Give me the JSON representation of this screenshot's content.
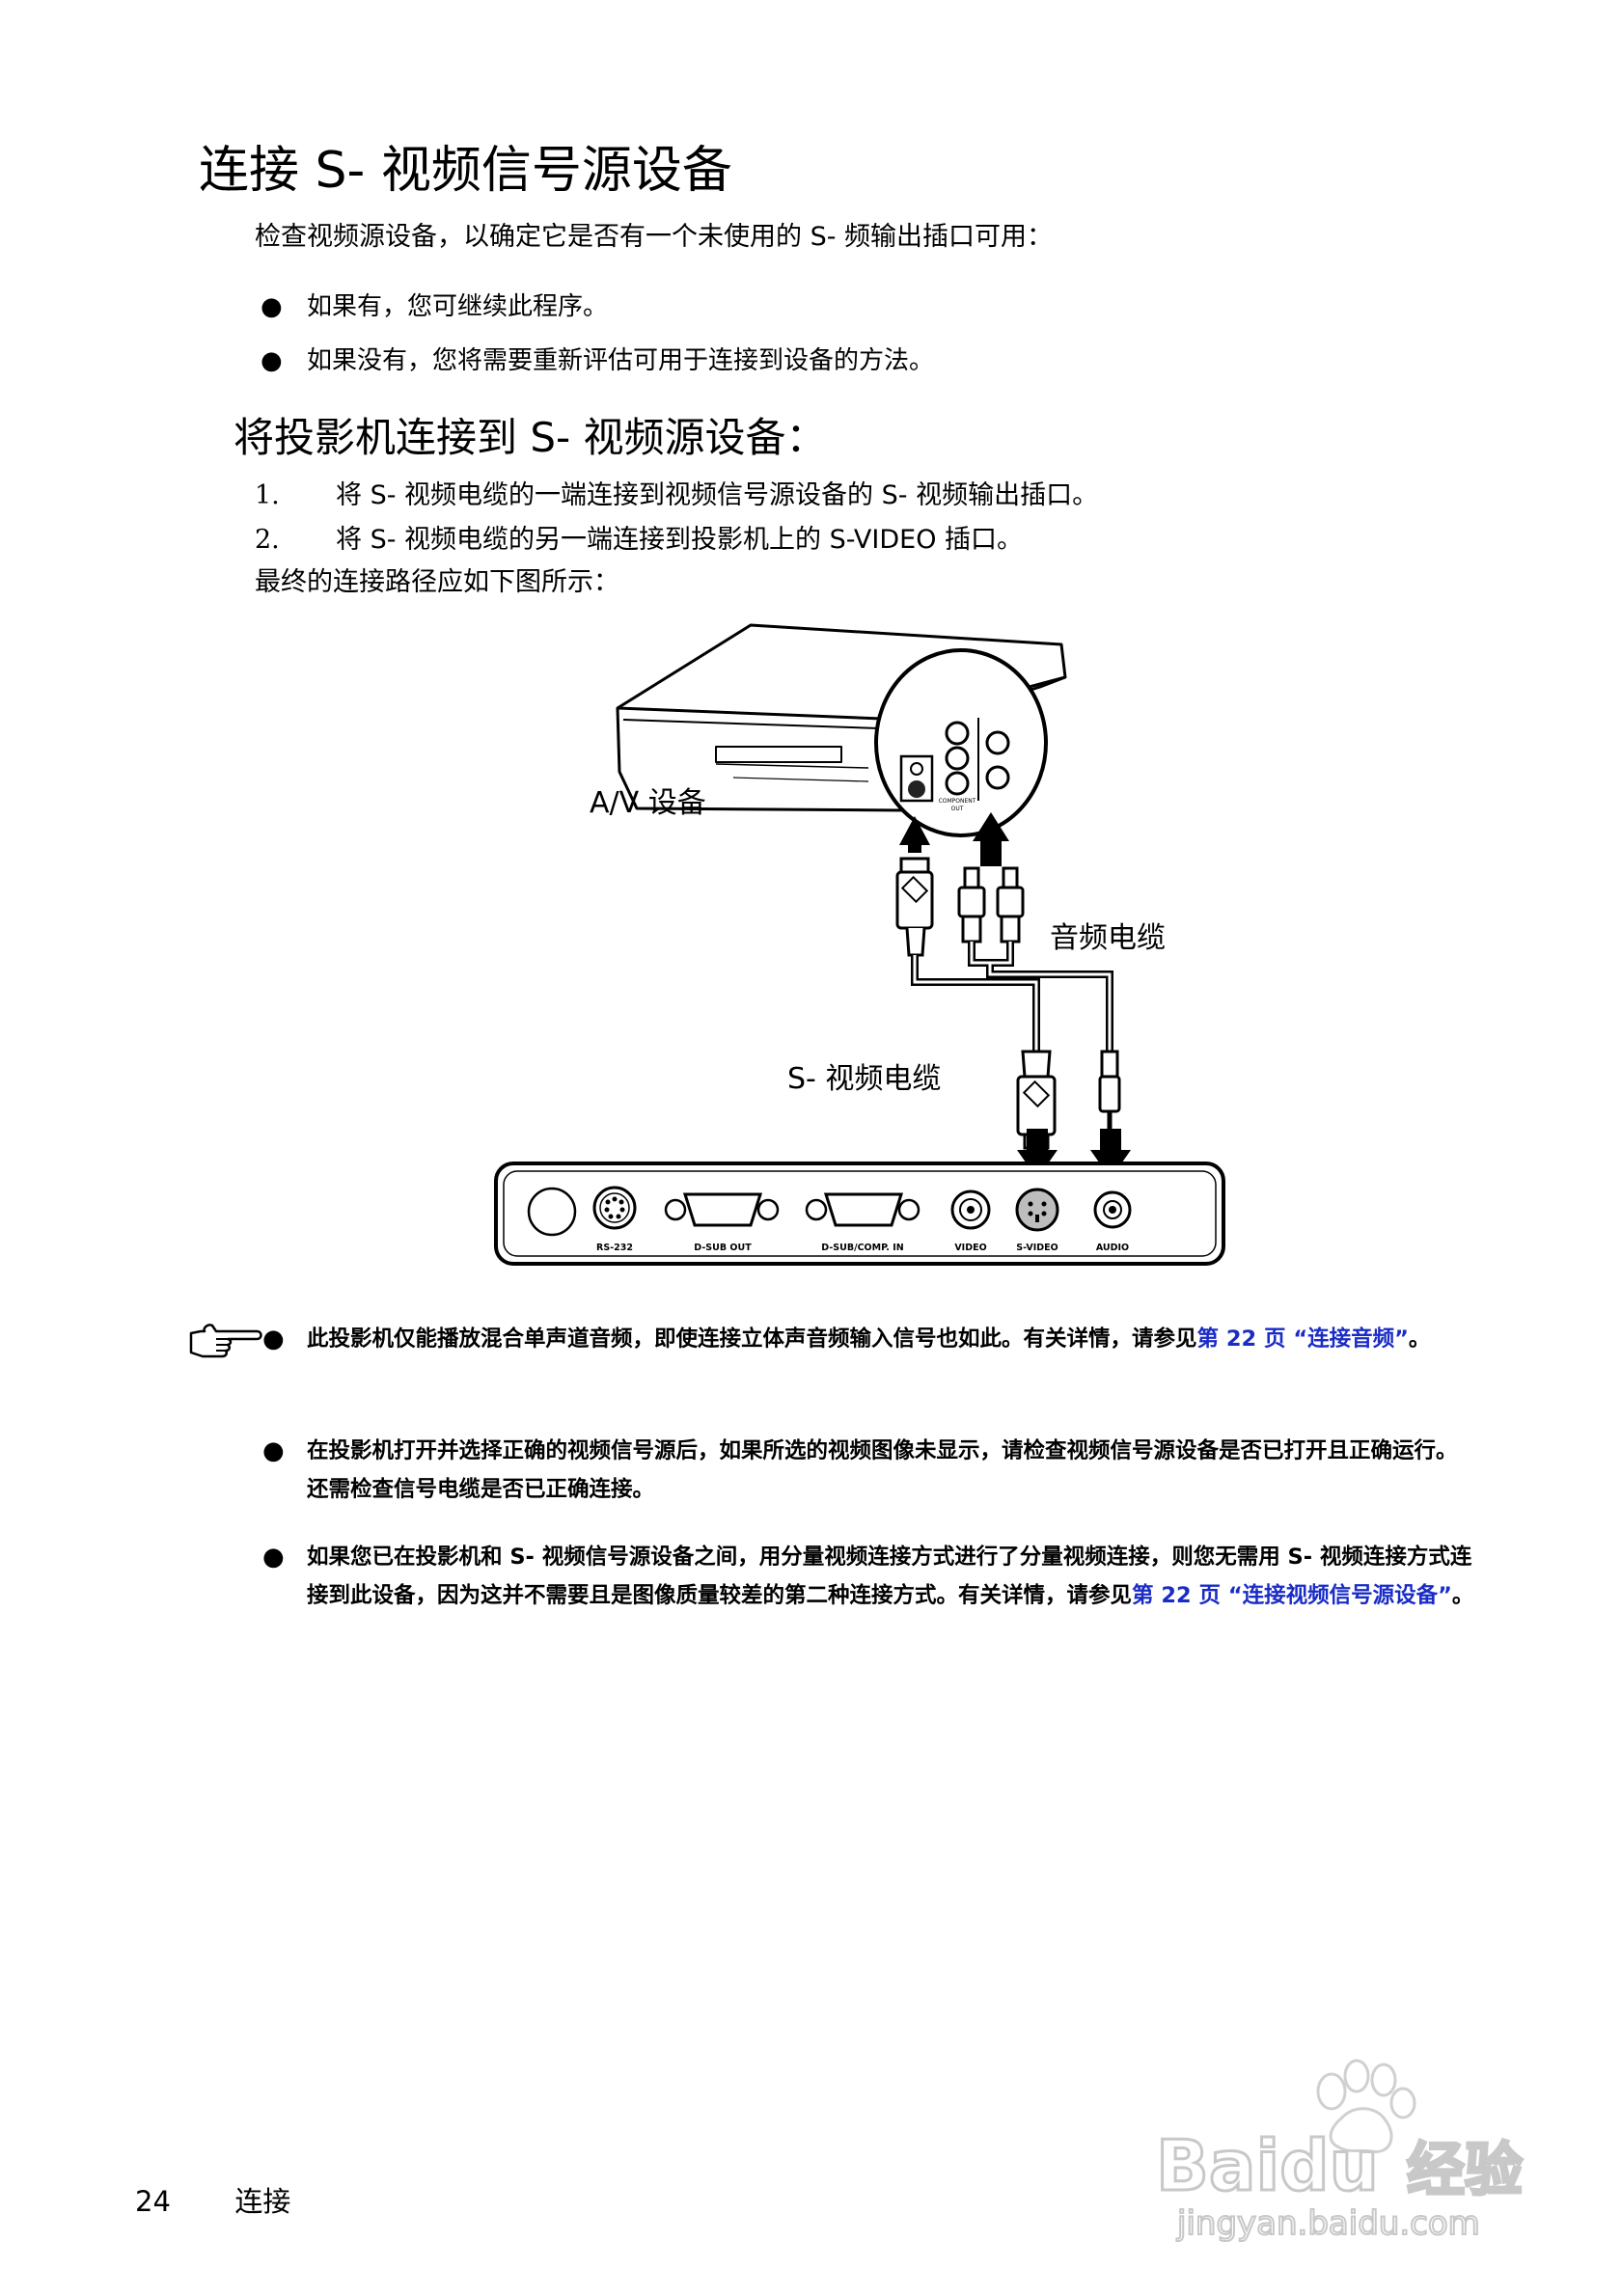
{
  "heading": "连接 S- 视频信号源设备",
  "intro": "检查视频源设备，以确定它是否有一个未使用的 S- 频输出插口可用：",
  "bullets": [
    "如果有，您可继续此程序。",
    "如果没有，您将需要重新评估可用于连接到设备的方法。"
  ],
  "subheading": "将投影机连接到 S- 视频源设备：",
  "steps": [
    {
      "num": "1.",
      "text": "将 S- 视频电缆的一端连接到视频信号源设备的 S- 视频输出插口。"
    },
    {
      "num": "2.",
      "text": "将 S- 视频电缆的另一端连接到投影机上的 S-VIDEO 插口。"
    }
  ],
  "final_line": "最终的连接路径应如下图所示：",
  "diagram": {
    "av_label": "A/V 设备",
    "audio_cable_label": "音频电缆",
    "svideo_cable_label": "S- 视频电缆",
    "ports": [
      "RS-232",
      "D-SUB OUT",
      "D-SUB/COMP. IN",
      "VIDEO",
      "S-VIDEO",
      "AUDIO"
    ],
    "av_panel_labels": [
      "COMPONENT",
      "OUT"
    ]
  },
  "notes": [
    {
      "text": "此投影机仅能播放混合单声道音频，即使连接立体声音频输入信号也如此。有关详情，请参见",
      "link": "第 22 页 “连接音频”",
      "tail": "。"
    },
    {
      "text": "在投影机打开并选择正确的视频信号源后，如果所选的视频图像未显示，请检查视频信号源设备是否已打开且正确运行。还需检查信号电缆是否已正确连接。"
    },
    {
      "text": "如果您已在投影机和 S- 视频信号源设备之间，用分量视频连接方式进行了分量视频连接，则您无需用 S- 视频连接方式连接到此设备，因为这并不需要且是图像质量较差的第二种连接方式。有关详情，请参见",
      "link": "第 22 页 “连接视频信号源设备”",
      "tail": "。"
    }
  ],
  "footer": {
    "page": "24",
    "section": "连接"
  },
  "watermark": {
    "brand": "Baidu",
    "suffix": "经验",
    "url": "jingyan.baidu.com"
  },
  "colors": {
    "link": "#1a2cc6",
    "watermark": "#c8c8c8"
  }
}
